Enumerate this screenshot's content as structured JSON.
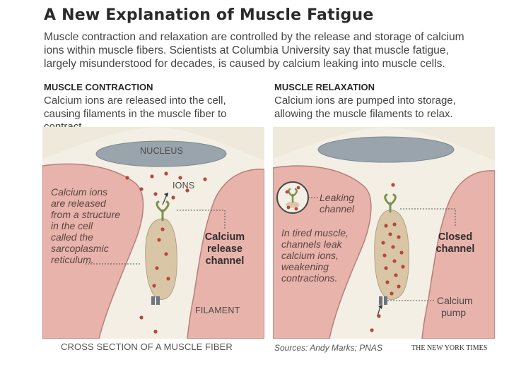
{
  "title": "A New Explanation of Muscle Fatigue",
  "intro": [
    "Muscle contraction and relaxation are controlled by the release and storage of calcium",
    "ions within muscle fibers. Scientists at Columbia University say that muscle fatigue,",
    "largely misunderstood for decades, is caused by calcium leaking into muscle cells."
  ],
  "contraction": {
    "heading": "MUSCLE CONTRACTION",
    "body": [
      "Calcium ions are released into the cell,",
      "causing filaments in the muscle fiber to",
      "contract."
    ],
    "labels": {
      "nucleus": "NUCLEUS",
      "ions": "IONS",
      "released": [
        "Calcium ions",
        "are released",
        "from a structure",
        "in the cell",
        "called the",
        "sarcoplasmic",
        "reticulum."
      ],
      "release_channel": [
        "Calcium",
        "release",
        "channel"
      ],
      "filament": "FILAMENT"
    }
  },
  "relaxation": {
    "heading": "MUSCLE RELAXATION",
    "body": [
      "Calcium ions are pumped into storage,",
      "allowing the muscle filaments to relax."
    ],
    "labels": {
      "leaking": [
        "Leaking",
        "channel"
      ],
      "tired": [
        "In tired muscle,",
        "channels leak",
        "calcium ions,",
        "weakening",
        "contractions."
      ],
      "closed": [
        "Closed",
        "channel"
      ],
      "pump": [
        "Calcium",
        "pump"
      ]
    }
  },
  "caption": "CROSS SECTION OF A MUSCLE FIBER",
  "sources": "Sources: Andy Marks; PNAS",
  "credit": "THE NEW YORK TIMES",
  "colors": {
    "muscle": "#e8b3ab",
    "muscle_edge": "#b77f78",
    "cytoplasm": "#f2eee4",
    "nucleus": "#9aa4ad",
    "organelle": "#d9c6a6",
    "ion": "#b9473a",
    "channel": "#7f8f4f"
  }
}
